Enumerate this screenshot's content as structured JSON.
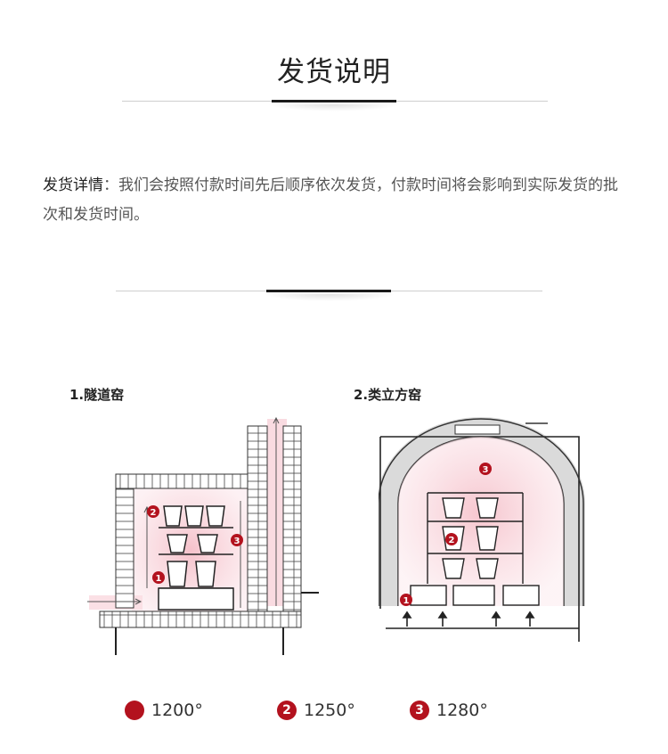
{
  "header": {
    "title": "发货说明"
  },
  "shipping": {
    "lead": "发货详情",
    "separator": "：",
    "text": "我们会按照付款时间先后顺序依次发货，付款时间将会影响到实际发货的批次和发货时间。"
  },
  "kilns": {
    "tunnel": {
      "caption": "1.隧道窑"
    },
    "upright": {
      "caption": "2.类立方窑"
    }
  },
  "markers": [
    "1",
    "2",
    "3"
  ],
  "legend": [
    {
      "num": "",
      "label": "1200°"
    },
    {
      "num": "2",
      "label": "1250°"
    },
    {
      "num": "3",
      "label": "1280°"
    }
  ],
  "colors": {
    "accent": "#b3121e",
    "heat": "#f5c6cf",
    "line": "#222222"
  }
}
